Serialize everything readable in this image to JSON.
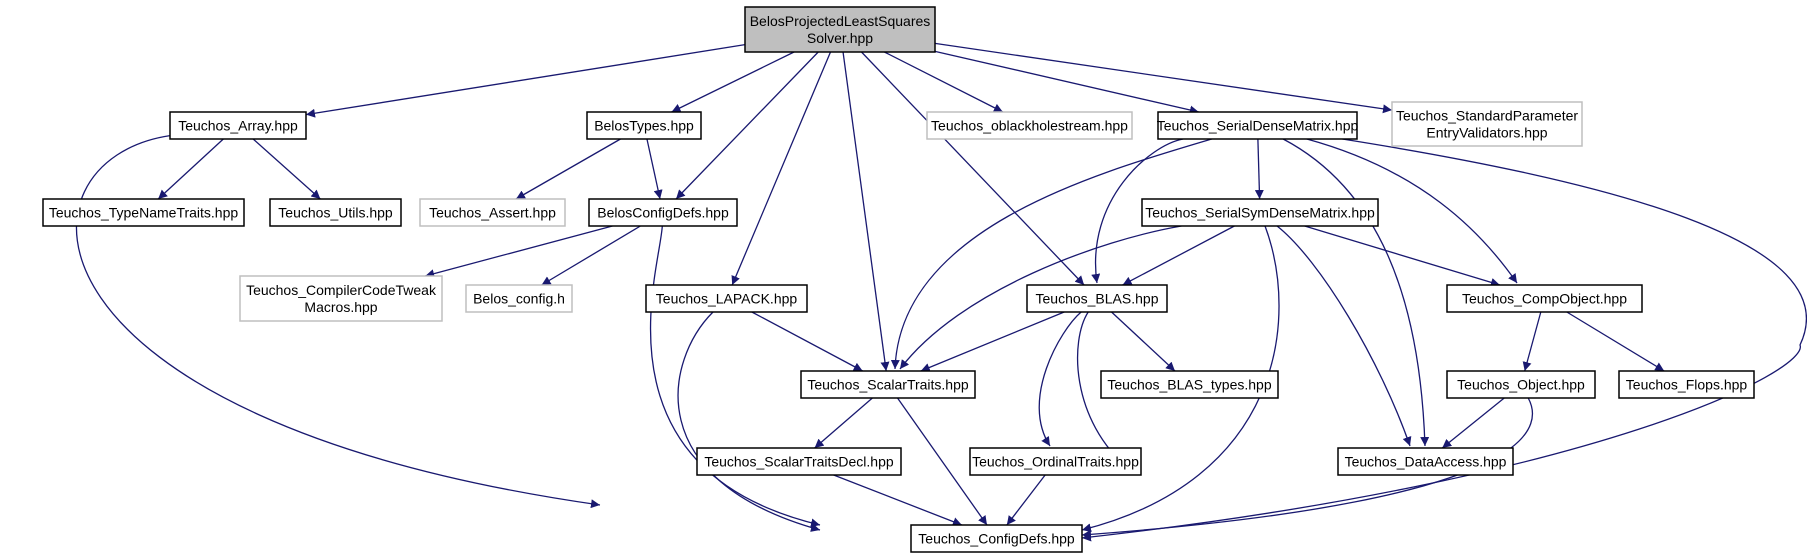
{
  "diagram": {
    "colors": {
      "edge": "#191970",
      "root_fill": "#bfbfbf",
      "root_stroke": "#000000",
      "documented_stroke": "#000000",
      "external_stroke": "#bfbfbf",
      "node_fill": "#ffffff"
    },
    "nodes": [
      {
        "id": "root",
        "lines": [
          "BelosProjectedLeastSquares",
          "Solver.hpp"
        ],
        "kind": "root"
      },
      {
        "id": "teuchos_array",
        "lines": [
          "Teuchos_Array.hpp"
        ],
        "kind": "documented"
      },
      {
        "id": "belos_types",
        "lines": [
          "BelosTypes.hpp"
        ],
        "kind": "documented"
      },
      {
        "id": "teuchos_oblackholestream",
        "lines": [
          "Teuchos_oblackholestream.hpp"
        ],
        "kind": "external"
      },
      {
        "id": "teuchos_serialdensematrix",
        "lines": [
          "Teuchos_SerialDenseMatrix.hpp"
        ],
        "kind": "documented"
      },
      {
        "id": "teuchos_standardparameter",
        "lines": [
          "Teuchos_StandardParameter",
          "EntryValidators.hpp"
        ],
        "kind": "external"
      },
      {
        "id": "teuchos_typenametraits",
        "lines": [
          "Teuchos_TypeNameTraits.hpp"
        ],
        "kind": "documented"
      },
      {
        "id": "teuchos_utils",
        "lines": [
          "Teuchos_Utils.hpp"
        ],
        "kind": "documented"
      },
      {
        "id": "teuchos_assert",
        "lines": [
          "Teuchos_Assert.hpp"
        ],
        "kind": "external"
      },
      {
        "id": "belos_configdefs",
        "lines": [
          "BelosConfigDefs.hpp"
        ],
        "kind": "documented"
      },
      {
        "id": "teuchos_serialsymdensematrix",
        "lines": [
          "Teuchos_SerialSymDenseMatrix.hpp"
        ],
        "kind": "documented"
      },
      {
        "id": "teuchos_compilercodetweak",
        "lines": [
          "Teuchos_CompilerCodeTweak",
          "Macros.hpp"
        ],
        "kind": "external"
      },
      {
        "id": "belos_config",
        "lines": [
          "Belos_config.h"
        ],
        "kind": "external"
      },
      {
        "id": "teuchos_lapack",
        "lines": [
          "Teuchos_LAPACK.hpp"
        ],
        "kind": "documented"
      },
      {
        "id": "teuchos_blas",
        "lines": [
          "Teuchos_BLAS.hpp"
        ],
        "kind": "documented"
      },
      {
        "id": "teuchos_compobject",
        "lines": [
          "Teuchos_CompObject.hpp"
        ],
        "kind": "documented"
      },
      {
        "id": "teuchos_scalartraits",
        "lines": [
          "Teuchos_ScalarTraits.hpp"
        ],
        "kind": "documented"
      },
      {
        "id": "teuchos_blas_types",
        "lines": [
          "Teuchos_BLAS_types.hpp"
        ],
        "kind": "documented"
      },
      {
        "id": "teuchos_object",
        "lines": [
          "Teuchos_Object.hpp"
        ],
        "kind": "documented"
      },
      {
        "id": "teuchos_flops",
        "lines": [
          "Teuchos_Flops.hpp"
        ],
        "kind": "documented"
      },
      {
        "id": "teuchos_scalartraitsdecl",
        "lines": [
          "Teuchos_ScalarTraitsDecl.hpp"
        ],
        "kind": "documented"
      },
      {
        "id": "teuchos_ordinaltraits",
        "lines": [
          "Teuchos_OrdinalTraits.hpp"
        ],
        "kind": "documented"
      },
      {
        "id": "teuchos_dataaccess",
        "lines": [
          "Teuchos_DataAccess.hpp"
        ],
        "kind": "documented"
      },
      {
        "id": "teuchos_configdefs",
        "lines": [
          "Teuchos_ConfigDefs.hpp"
        ],
        "kind": "documented"
      }
    ],
    "edges": [
      [
        "root",
        "teuchos_array"
      ],
      [
        "root",
        "belos_types"
      ],
      [
        "root",
        "belos_configdefs"
      ],
      [
        "root",
        "teuchos_lapack"
      ],
      [
        "root",
        "teuchos_scalartraits"
      ],
      [
        "root",
        "teuchos_blas"
      ],
      [
        "root",
        "teuchos_oblackholestream"
      ],
      [
        "root",
        "teuchos_serialdensematrix"
      ],
      [
        "root",
        "teuchos_standardparameter"
      ],
      [
        "teuchos_array",
        "teuchos_typenametraits"
      ],
      [
        "teuchos_array",
        "teuchos_utils"
      ],
      [
        "teuchos_array",
        "teuchos_configdefs"
      ],
      [
        "belos_types",
        "teuchos_assert"
      ],
      [
        "belos_types",
        "belos_configdefs"
      ],
      [
        "belos_configdefs",
        "teuchos_compilercodetweak"
      ],
      [
        "belos_configdefs",
        "belos_config"
      ],
      [
        "belos_configdefs",
        "teuchos_configdefs"
      ],
      [
        "teuchos_serialdensematrix",
        "teuchos_serialsymdensematrix"
      ],
      [
        "teuchos_serialdensematrix",
        "teuchos_blas"
      ],
      [
        "teuchos_serialdensematrix",
        "teuchos_scalartraits"
      ],
      [
        "teuchos_serialdensematrix",
        "teuchos_compobject"
      ],
      [
        "teuchos_serialdensematrix",
        "teuchos_dataaccess"
      ],
      [
        "teuchos_serialdensematrix",
        "teuchos_configdefs"
      ],
      [
        "teuchos_serialsymdensematrix",
        "teuchos_blas"
      ],
      [
        "teuchos_serialsymdensematrix",
        "teuchos_scalartraits"
      ],
      [
        "teuchos_serialsymdensematrix",
        "teuchos_compobject"
      ],
      [
        "teuchos_serialsymdensematrix",
        "teuchos_dataaccess"
      ],
      [
        "teuchos_serialsymdensematrix",
        "teuchos_configdefs"
      ],
      [
        "teuchos_lapack",
        "teuchos_scalartraits"
      ],
      [
        "teuchos_lapack",
        "teuchos_configdefs"
      ],
      [
        "teuchos_blas",
        "teuchos_scalartraits"
      ],
      [
        "teuchos_blas",
        "teuchos_blas_types"
      ],
      [
        "teuchos_blas",
        "teuchos_ordinaltraits"
      ],
      [
        "teuchos_blas",
        "teuchos_configdefs"
      ],
      [
        "teuchos_compobject",
        "teuchos_object"
      ],
      [
        "teuchos_compobject",
        "teuchos_flops"
      ],
      [
        "teuchos_scalartraits",
        "teuchos_scalartraitsdecl"
      ],
      [
        "teuchos_scalartraits",
        "teuchos_configdefs"
      ],
      [
        "teuchos_object",
        "teuchos_dataaccess"
      ],
      [
        "teuchos_object",
        "teuchos_configdefs"
      ],
      [
        "teuchos_scalartraitsdecl",
        "teuchos_configdefs"
      ],
      [
        "teuchos_ordinaltraits",
        "teuchos_configdefs"
      ]
    ]
  }
}
